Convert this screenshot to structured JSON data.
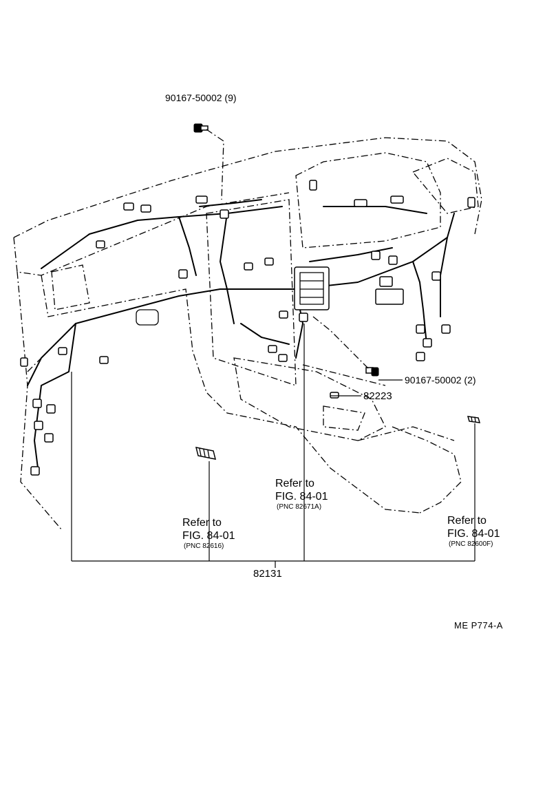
{
  "diagram": {
    "labels": {
      "bolt_top": "90167-50002 (9)",
      "bolt_right": "90167-50002 (2)",
      "part_82223": "82223",
      "part_82131": "82131",
      "ref_center_text": "Refer to",
      "ref_center_fig": "FIG. 84-01",
      "ref_center_pnc": "(PNC 82671A)",
      "ref_left_text": "Refer to",
      "ref_left_fig": "FIG. 84-01",
      "ref_left_pnc": "(PNC 82616)",
      "ref_right_text": "Refer to",
      "ref_right_fig": "FIG. 84-01",
      "ref_right_pnc": "(PNC 82600F)",
      "drawing_code": "ME  P774-A"
    }
  }
}
